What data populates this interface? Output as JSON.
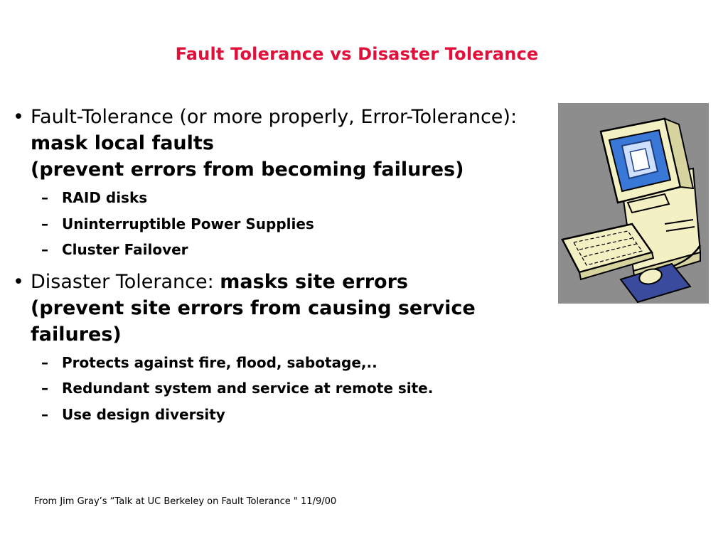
{
  "slide": {
    "title": "Fault Tolerance vs Disaster Tolerance",
    "bullets": [
      {
        "marker": "•",
        "text_plain": "Fault-Tolerance (or more properly, Error-Tolerance): ",
        "text_bold": "mask local faults",
        "text_bold_line2": "(prevent errors from becoming failures)",
        "subitems": [
          {
            "marker": "–",
            "text": "RAID disks"
          },
          {
            "marker": "–",
            "text": "Uninterruptible Power Supplies"
          },
          {
            "marker": "–",
            "text": "Cluster Failover"
          }
        ]
      },
      {
        "marker": "•",
        "text_plain": "Disaster Tolerance: ",
        "text_bold": "masks site errors",
        "text_bold_line2": "(prevent site errors from causing service failures)",
        "subitems": [
          {
            "marker": "–",
            "text": "Protects against fire, flood, sabotage,.."
          },
          {
            "marker": "–",
            "text": "Redundant system and service at remote site."
          },
          {
            "marker": "–",
            "text": "Use design diversity"
          }
        ]
      }
    ],
    "footer": "From Jim Gray’s “Talk at UC Berkeley on Fault Tolerance \" 11/9/00",
    "clipart": {
      "icon": "desktop-computer-icon",
      "colors": {
        "background": "#8d8d8d",
        "beige": "#f3f0c3",
        "screen": "#3a78d8",
        "mousepad": "#3a4a9c",
        "outline": "#000000"
      }
    },
    "colors": {
      "title": "#e0103a",
      "text": "#000000"
    }
  }
}
